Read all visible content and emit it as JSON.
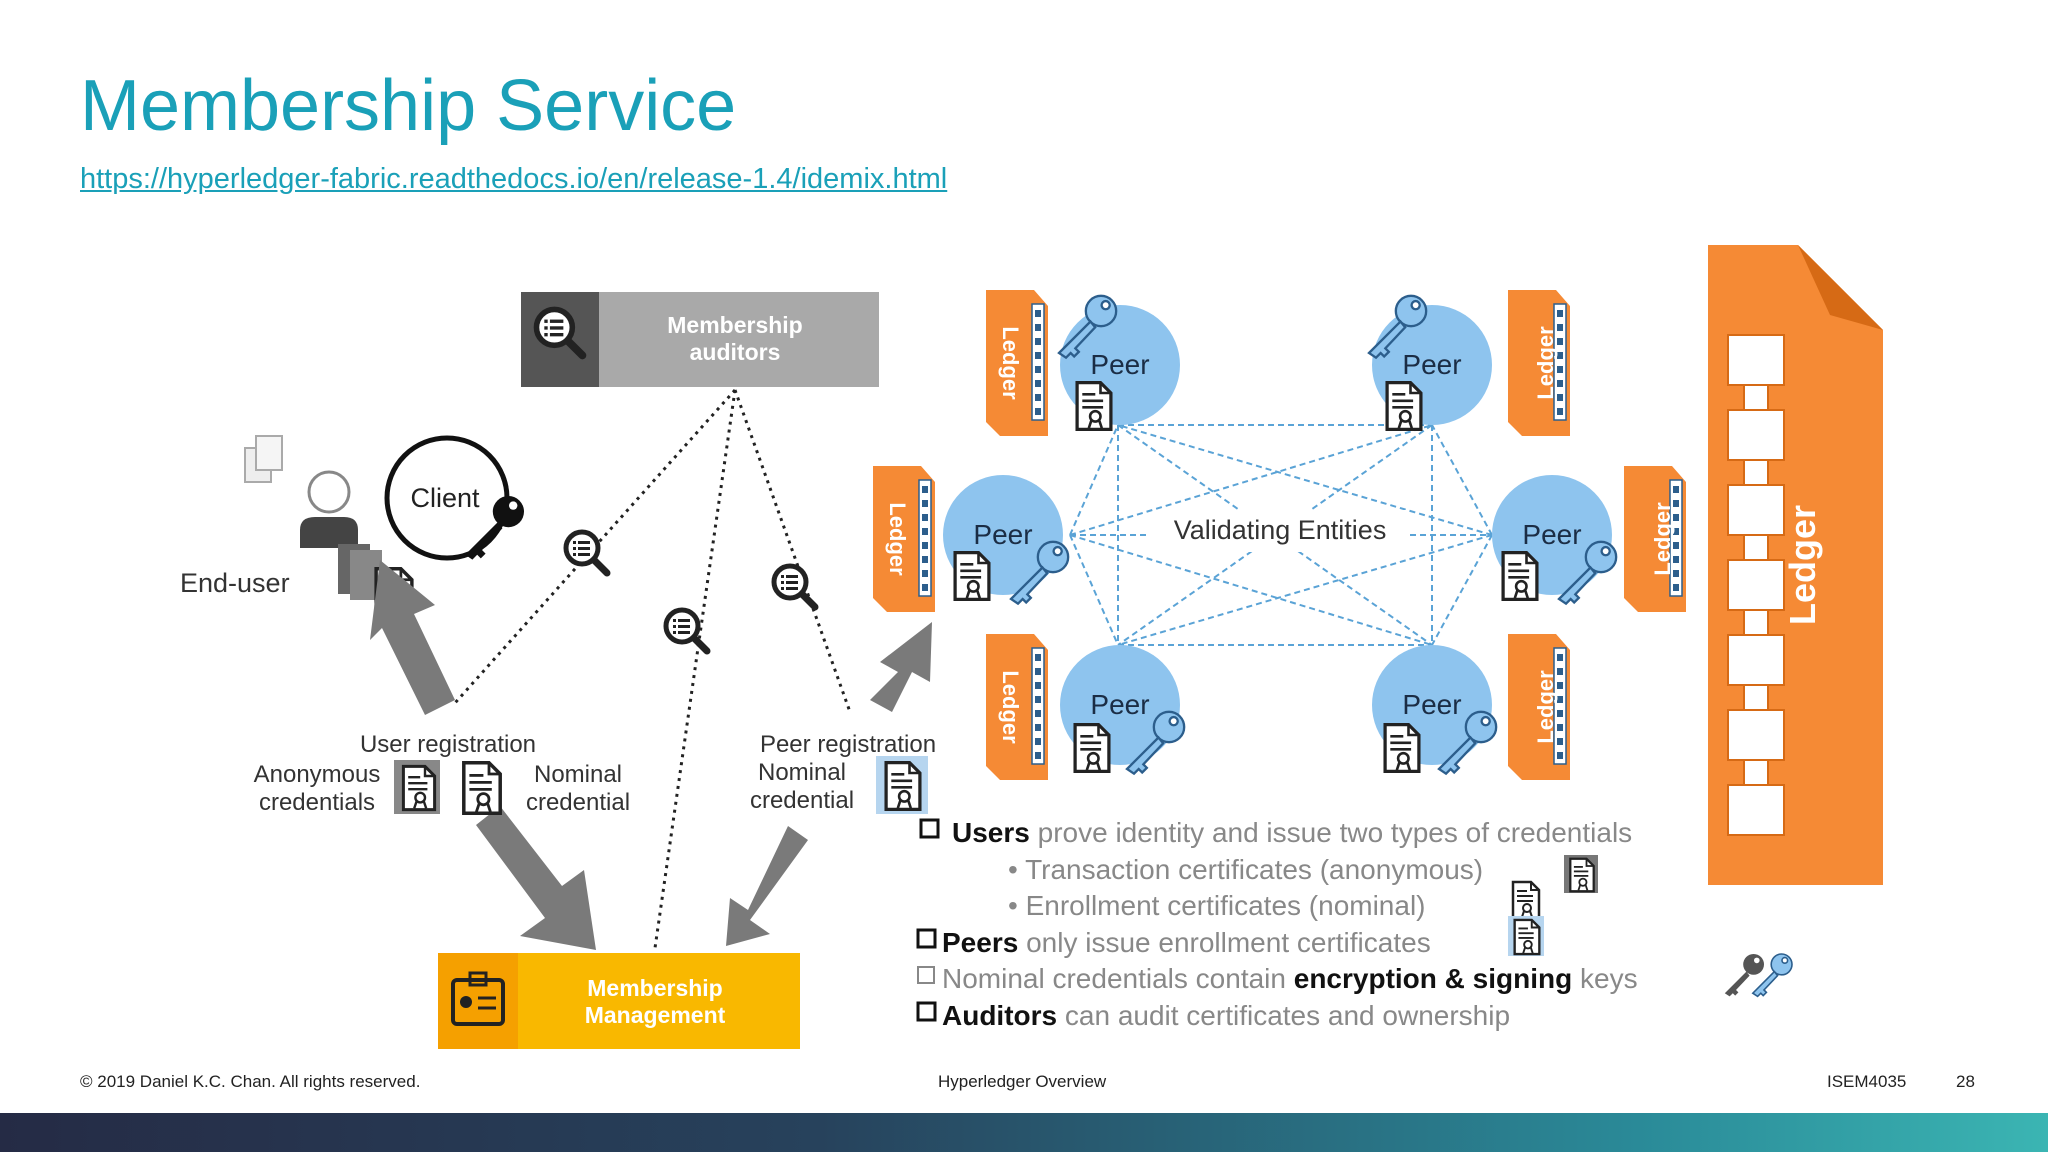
{
  "slide": {
    "title": "Membership Service",
    "link": "https://hyperledger-fabric.readthedocs.io/en/release-1.4/idemix.html"
  },
  "diagram": {
    "auditors_box": [
      "Membership",
      "auditors"
    ],
    "management_box": [
      "Membership",
      "Management"
    ],
    "client_label": "Client",
    "end_user_label": "End-user",
    "user_registration": "User registration",
    "anonymous_credentials": [
      "Anonymous",
      "credentials"
    ],
    "nominal_credential": [
      "Nominal",
      "credential"
    ],
    "peer_registration": "Peer registration",
    "peer_nominal_credential": [
      "Nominal",
      "credential"
    ],
    "validating_entities": "Validating Entities",
    "peer_label": "Peer",
    "ledger_label": "Ledger",
    "big_ledger_label": "Ledger"
  },
  "notes": {
    "line1_bold": "Users",
    "line1_rest": " prove identity and issue two types of credentials",
    "line2": "• Transaction certificates (anonymous)",
    "line3": "• Enrollment certificates (nominal)",
    "line4_bold": "Peers",
    "line4_rest": " only issue enrollment certificates",
    "line5_a": "Nominal credentials contain ",
    "line5_bold": "encryption & signing",
    "line5_b": " keys",
    "line6_bold": "Auditors",
    "line6_rest": " can audit certificates and ownership"
  },
  "footer": {
    "copyright": "© 2019  Daniel K.C. Chan. All rights reserved.",
    "center": "Hyperledger Overview",
    "course": "ISEM4035",
    "page": "28"
  },
  "colors": {
    "title": "#1aa0b8",
    "orange": "#f58a35",
    "peer_blue": "#8ec4ee",
    "gold": "#f9b800",
    "dashed_blue": "#5aa3d6"
  }
}
